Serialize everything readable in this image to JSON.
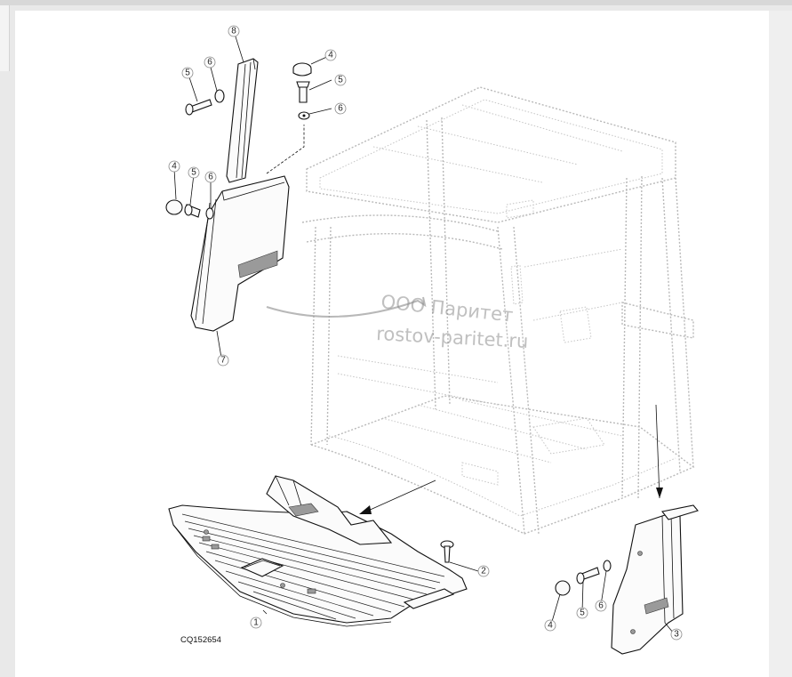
{
  "callouts": {
    "c1": "1",
    "c2": "2",
    "c3": "3",
    "c4a": "4",
    "c4b": "4",
    "c4c": "4",
    "c5a": "5",
    "c5b": "5",
    "c5c": "5",
    "c5d": "5",
    "c6a": "6",
    "c6b": "6",
    "c6c": "6",
    "c6d": "6",
    "c7": "7",
    "c8": "8"
  },
  "figure_code": "CQ152654",
  "watermark": {
    "line1": "ООО Паритет",
    "line2": "rostov-paritet.ru"
  },
  "colors": {
    "background": "#e9e9e9",
    "panel": "#ffffff",
    "ink": "#111111",
    "ghost_frame": "#b9b9b9",
    "watermark": "#8c8c8c"
  }
}
